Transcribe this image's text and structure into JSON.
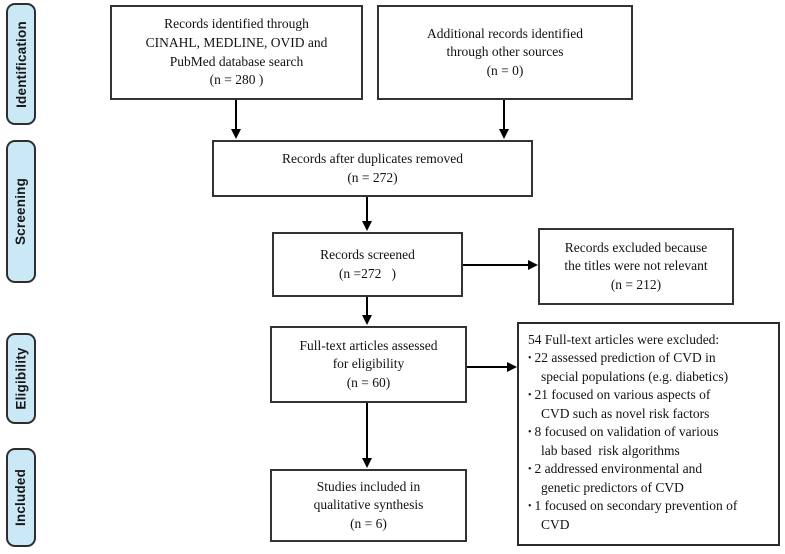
{
  "diagram": {
    "title": "PRISMA study selection flow diagram",
    "stages": [
      {
        "label": "Identification"
      },
      {
        "label": "Screening"
      },
      {
        "label": "Eligibility"
      },
      {
        "label": "Included"
      }
    ],
    "boxes": {
      "identified": {
        "lines": [
          "Records identified through",
          "CINAHL, MEDLINE, OVID and",
          "PubMed database search",
          "(n = 280 )"
        ]
      },
      "additional": {
        "lines": [
          "Additional records identified",
          "through other sources",
          "(n = 0)"
        ]
      },
      "duplicates": {
        "lines": [
          "Records after duplicates removed",
          "(n = 272)"
        ]
      },
      "screened": {
        "lines": [
          "Records screened",
          "(n =272   )"
        ]
      },
      "excluded_titles": {
        "lines": [
          "Records excluded because",
          "the titles were not relevant",
          "(n = 212)"
        ]
      },
      "fulltext": {
        "lines": [
          "Full-text articles assessed",
          "for eligibility",
          "(n = 60)"
        ]
      },
      "included_studies": {
        "lines": [
          "Studies included in",
          "qualitative synthesis",
          "(n = 6)"
        ]
      },
      "fulltext_excluded": {
        "title": "54 Full-text articles were excluded:",
        "items": [
          {
            "bullet": "•",
            "lines": [
              "22 assessed prediction of CVD in",
              "special populations (e.g. diabetics)"
            ]
          },
          {
            "bullet": "•",
            "lines": [
              "21 focused on various aspects of",
              "CVD such as novel risk factors"
            ]
          },
          {
            "bullet": "•",
            "lines": [
              "8 focused on validation of various",
              "lab based  risk algorithms"
            ]
          },
          {
            "bullet": "•",
            "lines": [
              "2 addressed environmental and",
              "genetic predictors of CVD"
            ]
          },
          {
            "bullet": "•",
            "lines": [
              "1 focused on secondary prevention of",
              "CVD"
            ]
          }
        ]
      }
    },
    "colors": {
      "stage_fill": "#cbe8f7",
      "stage_border": "#2e2e2e",
      "box_border": "#333333",
      "arrow": "#000000",
      "text": "#121212",
      "background": "#ffffff"
    }
  }
}
